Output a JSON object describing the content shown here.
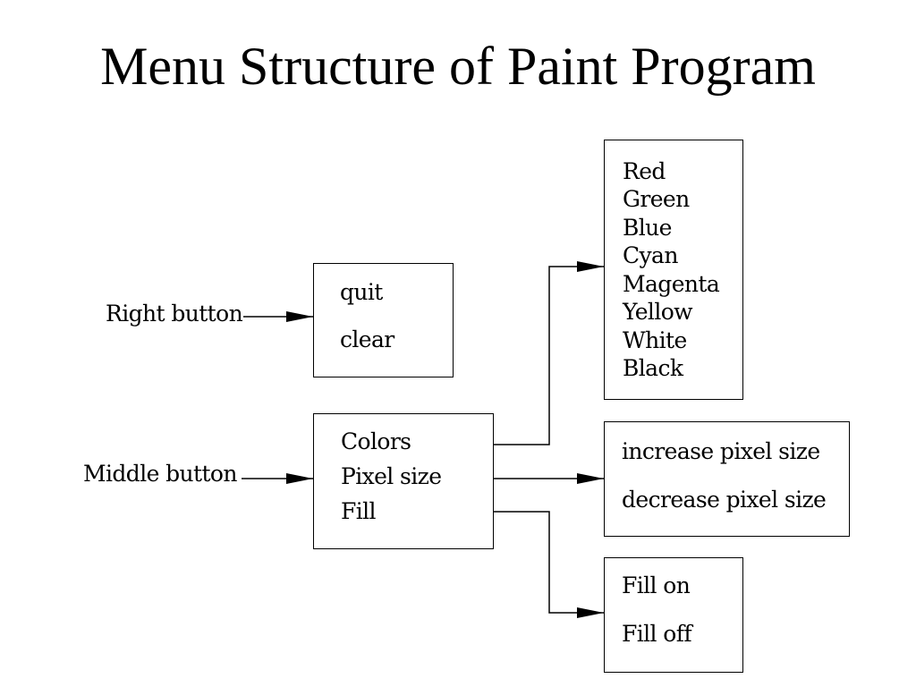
{
  "title": "Menu Structure of Paint Program",
  "labels": {
    "right_button": "Right button",
    "middle_button": "Middle button"
  },
  "menus": {
    "right": [
      "quit",
      "clear"
    ],
    "middle": [
      "Colors",
      "Pixel size",
      "Fill"
    ],
    "colors": [
      "Red",
      "Green",
      "Blue",
      "Cyan",
      "Magenta",
      "Yellow",
      "White",
      "Black"
    ],
    "pixel_size": [
      "increase pixel size",
      "decrease pixel size"
    ],
    "fill": [
      "Fill on",
      "Fill off"
    ]
  }
}
